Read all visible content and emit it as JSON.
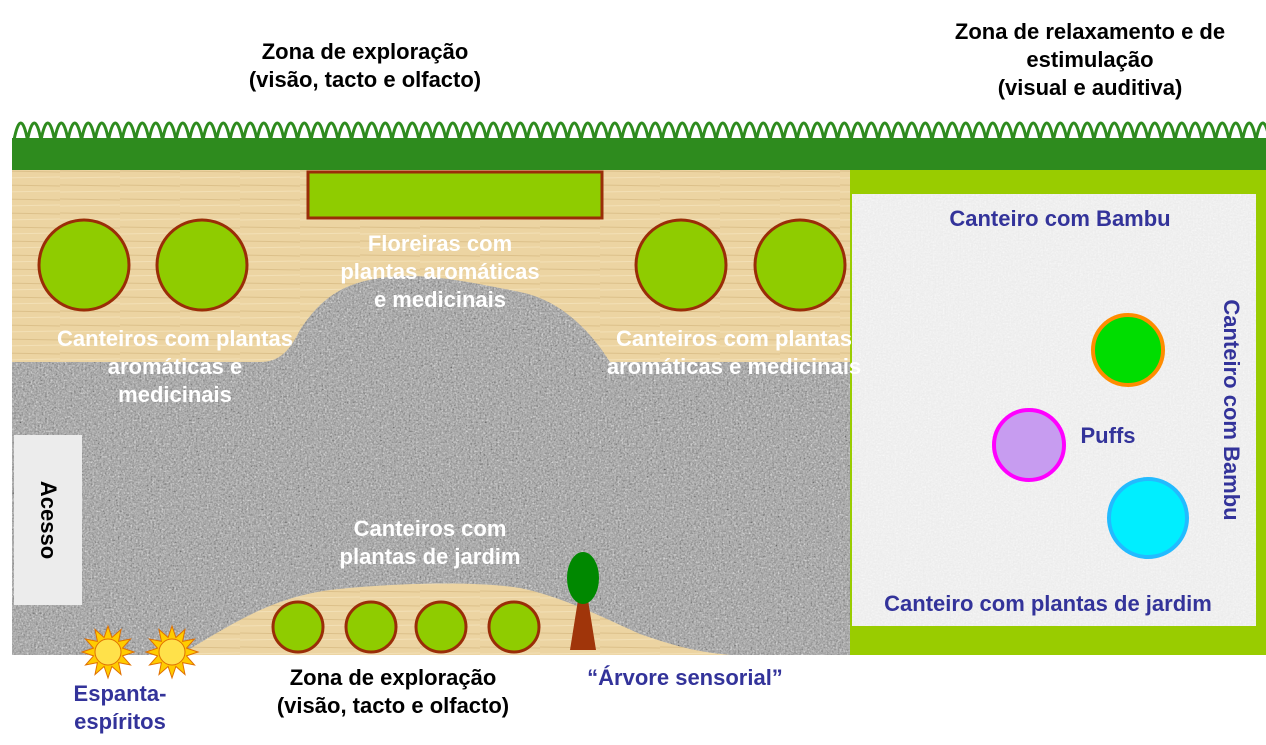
{
  "labels": {
    "zone_explore_top_line1": "Zona de exploração",
    "zone_explore_top_line2": "(visão, tacto e olfacto)",
    "zone_relax_line1": "Zona de relaxamento e de",
    "zone_relax_line2": "estimulação",
    "zone_relax_line3": "(visual e auditiva)",
    "floreiras_line1": "Floreiras com",
    "floreiras_line2": "plantas aromáticas",
    "floreiras_line3": "e medicinais",
    "canteiros_left_line1": "Canteiros com plantas",
    "canteiros_left_line2": "aromáticas e",
    "canteiros_left_line3": "medicinais",
    "canteiros_right_line1": "Canteiros com plantas",
    "canteiros_right_line2": "aromáticas e medicinais",
    "canteiros_jardim_line1": "Canteiros com",
    "canteiros_jardim_line2": "plantas de jardim",
    "acesso": "Acesso",
    "zone_explore_bottom_line1": "Zona de exploração",
    "zone_explore_bottom_line2": "(visão, tacto e olfacto)",
    "arvore": "“Árvore sensorial”",
    "espanta_line1": "Espanta-",
    "espanta_line2": "espíritos",
    "canteiro_bambu_top": "Canteiro com Bambu",
    "canteiro_bambu_side": "Canteiro com Bambu",
    "puffs": "Puffs",
    "canteiro_jardim_bottom": "Canteiro com plantas de jardim"
  },
  "colors": {
    "hedge_green": "#2e8b1e",
    "bed_green": "#8fcc00",
    "bed_border": "#9a2d08",
    "sand": "#ecd4a2",
    "gravel": "#9c9c9c",
    "relax_floor": "#ececec",
    "relax_border": "#99cc00",
    "puff_green": "#00dd00",
    "puff_green_border": "#ff8c00",
    "puff_violet": "#c79cf0",
    "puff_violet_border": "#ff00ff",
    "puff_cyan": "#00eeff",
    "puff_cyan_border": "#22bbff",
    "sun": "#ffcc00",
    "tree_crown": "#008800",
    "tree_trunk": "#a0350a",
    "text_blue": "#33339a"
  },
  "icons": [
    "hedge-icon",
    "sun-icon",
    "tree-icon"
  ]
}
